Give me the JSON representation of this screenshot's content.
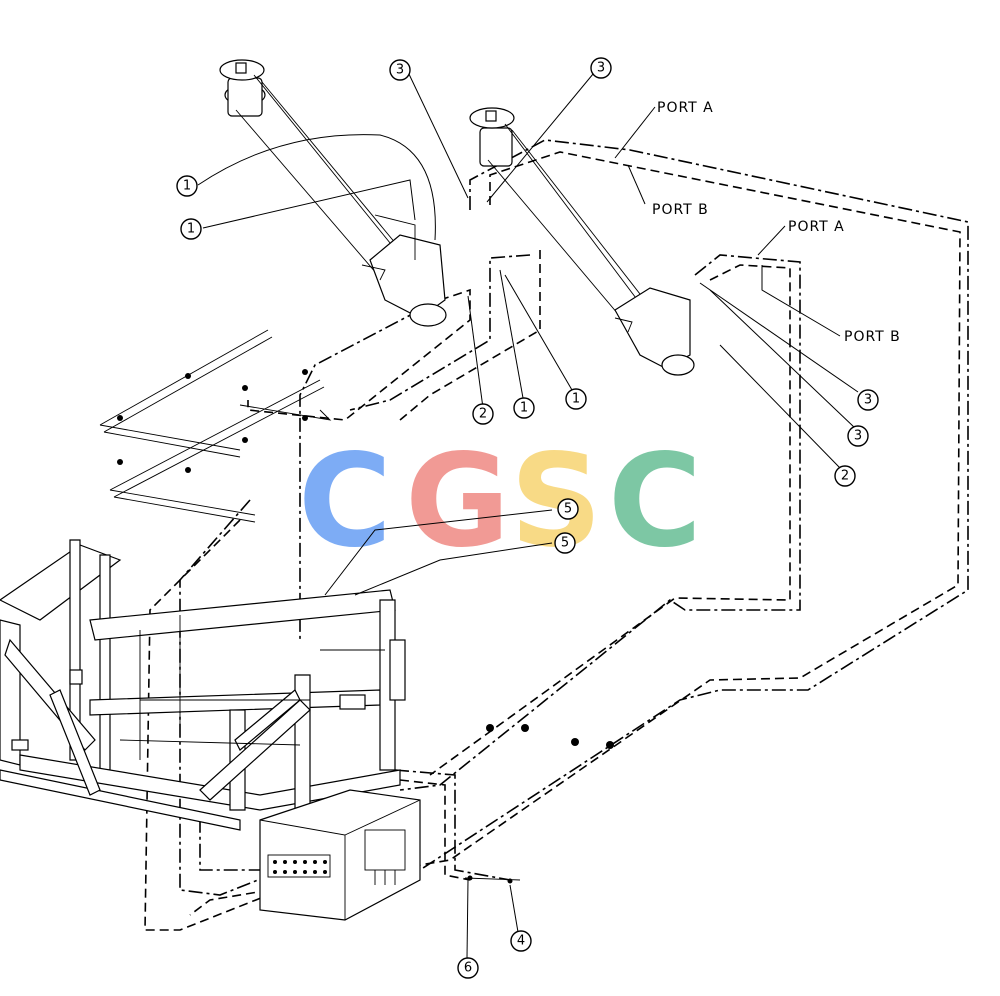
{
  "callouts": [
    {
      "label": "1"
    },
    {
      "label": "1"
    },
    {
      "label": "1"
    },
    {
      "label": "1"
    },
    {
      "label": "2"
    },
    {
      "label": "2"
    },
    {
      "label": "3"
    },
    {
      "label": "3"
    },
    {
      "label": "3"
    },
    {
      "label": "3"
    },
    {
      "label": "4"
    },
    {
      "label": "5"
    },
    {
      "label": "5"
    },
    {
      "label": "6"
    }
  ],
  "ports": [
    {
      "label": "PORT A"
    },
    {
      "label": "PORT B"
    },
    {
      "label": "PORT A"
    },
    {
      "label": "PORT B"
    }
  ],
  "watermark": {
    "letters": [
      "C",
      "G",
      "S",
      "C"
    ],
    "colors": [
      "#6fa4f5",
      "#f0908a",
      "#f8d77a",
      "#6fc29b"
    ]
  }
}
